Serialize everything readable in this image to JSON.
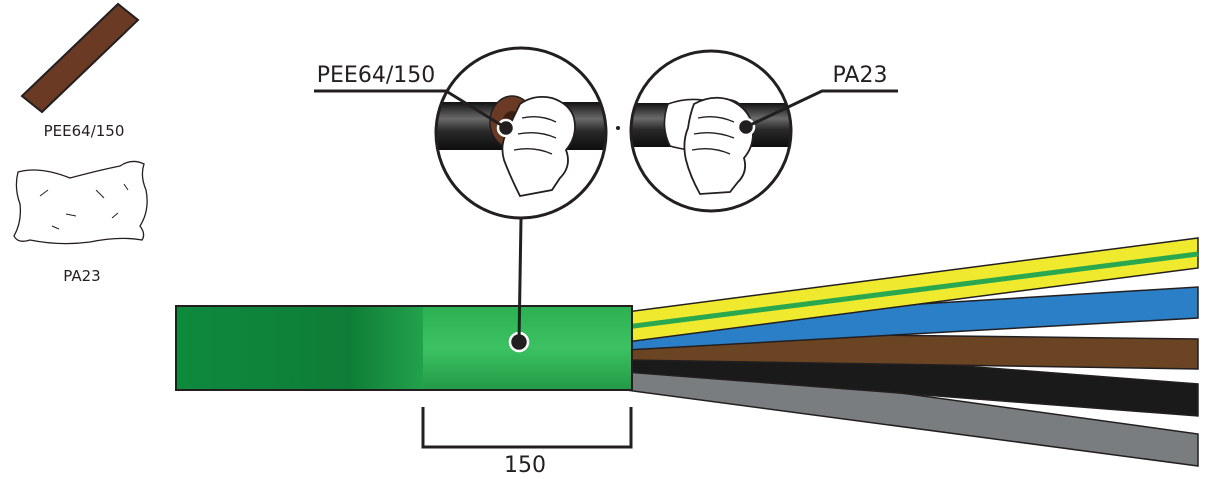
{
  "legend": {
    "tape_label": "PEE64/150",
    "film_label": "PA23"
  },
  "callouts": {
    "left_label": "PEE64/150",
    "right_label": "PA23"
  },
  "dimension": {
    "value": "150"
  },
  "colors": {
    "tape_brown": "#6b3a24",
    "sheath_dark_green": "#0f8a3c",
    "sheath_tape_green": "#2aa84f",
    "wire_yellow": "#f0ea2e",
    "wire_green_stripe": "#2aa84f",
    "wire_blue": "#2a7fc6",
    "wire_brown": "#6b4423",
    "wire_black": "#1a1a1a",
    "wire_grey": "#7a7d7f",
    "cable_dark": "#2a2a2a"
  }
}
